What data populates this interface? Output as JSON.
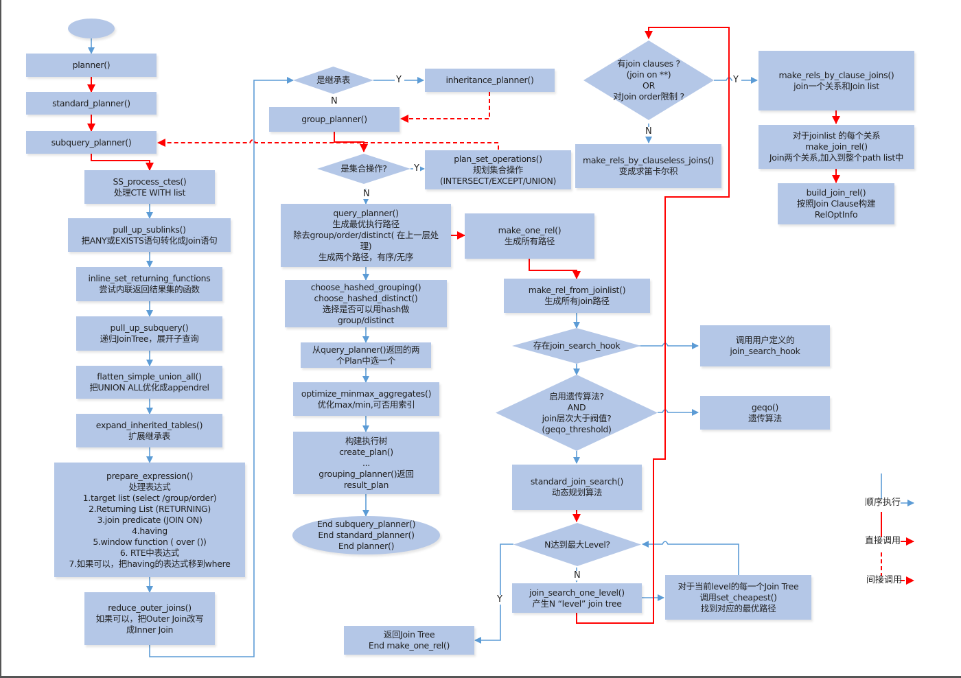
{
  "diagram": {
    "colors": {
      "node_fill": "#b4c7e7",
      "sequential_arrow": "#5b9bd5",
      "direct_call_arrow": "#ff0000",
      "indirect_call_arrow": "#ff0000"
    },
    "nodes": {
      "start": {
        "lines": [
          ""
        ]
      },
      "planner": {
        "lines": [
          "planner()"
        ]
      },
      "standard_planner": {
        "lines": [
          "standard_planner()"
        ]
      },
      "subquery_planner": {
        "lines": [
          "subquery_planner()"
        ]
      },
      "ss_process_ctes": {
        "lines": [
          "SS_process_ctes()",
          "处理CTE WITH list"
        ]
      },
      "pull_up_sublinks": {
        "lines": [
          "pull_up_sublinks()",
          "把ANY或EXISTS语句转化成Join语句"
        ]
      },
      "inline_set_returning_functions": {
        "lines": [
          "inline_set_returning_functions",
          "尝试内联返回结果集的函数"
        ]
      },
      "pull_up_subquery": {
        "lines": [
          "pull_up_subquery()",
          "递归JoinTree，展开子查询"
        ]
      },
      "flatten_simple_union_all": {
        "lines": [
          "flatten_simple_union_all()",
          "把UNION ALL优化成appendrel"
        ]
      },
      "expand_inherited_tables": {
        "lines": [
          "expand_inherited_tables()",
          "扩展继承表"
        ]
      },
      "prepare_expression": {
        "lines": [
          "prepare_expression()",
          "处理表达式",
          "1.target list (select /group/order)",
          "2.Returning List (RETURNING)",
          "3.join predicate (JOIN ON)",
          "4.having",
          "5.window function ( over ())",
          "6. RTE中表达式",
          "7.如果可以，把having的表达式移到where"
        ]
      },
      "reduce_outer_joins": {
        "lines": [
          "reduce_outer_joins()",
          "如果可以，把Outer Join改写",
          "成Inner Join"
        ]
      },
      "is_inherited": {
        "lines": [
          "是继承表"
        ]
      },
      "inheritance_planner": {
        "lines": [
          "inheritance_planner()"
        ]
      },
      "group_planner": {
        "lines": [
          "group_planner()"
        ]
      },
      "is_set_operation": {
        "lines": [
          "是集合操作?"
        ]
      },
      "plan_set_operations": {
        "lines": [
          "plan_set_operations()",
          "规划集合操作",
          "(INTERSECT/EXCEPT/UNION)"
        ]
      },
      "query_planner": {
        "lines": [
          "query_planner()",
          "生成最优执行路径",
          "除去group/order/distinct( 在上一层处",
          "理)",
          "生成两个路径，有序/无序"
        ]
      },
      "choose_hashed": {
        "lines": [
          "choose_hashed_grouping()",
          "choose_hashed_distinct()",
          "选择是否可以用hash做",
          "group/distinct"
        ]
      },
      "pick_plan": {
        "lines": [
          "从query_planner()返回的两",
          "个Plan中选一个"
        ]
      },
      "optimize_minmax_aggregates": {
        "lines": [
          "optimize_minmax_aggregates()",
          "优化max/min,可否用索引"
        ]
      },
      "create_plan": {
        "lines": [
          "构建执行树",
          "create_plan()",
          "...",
          "grouping_planner()返回",
          "result_plan"
        ]
      },
      "end": {
        "lines": [
          "End subquery_planner()",
          "End standard_planner()",
          "End planner()"
        ]
      },
      "make_one_rel": {
        "lines": [
          "make_one_rel()",
          "生成所有路径"
        ]
      },
      "make_rel_from_joinlist": {
        "lines": [
          "make_rel_from_joinlist()",
          "生成所有join路径"
        ]
      },
      "has_join_search_hook": {
        "lines": [
          "存在join_search_hook"
        ]
      },
      "call_join_search_hook": {
        "lines": [
          "调用用户定义的",
          "join_search_hook"
        ]
      },
      "use_geqo": {
        "lines": [
          "启用遗传算法?",
          "AND",
          "join层次大于阀值?",
          "(geqo_threshold)"
        ]
      },
      "geqo": {
        "lines": [
          "geqo()",
          "遗传算法"
        ]
      },
      "standard_join_search": {
        "lines": [
          "standard_join_search()",
          "动态规划算法"
        ]
      },
      "max_level": {
        "lines": [
          "N达到最大Level?"
        ]
      },
      "join_search_one_level": {
        "lines": [
          "join_search_one_level()",
          "产生N “level” join tree"
        ]
      },
      "set_cheapest": {
        "lines": [
          "对于当前level的每一个Join Tree",
          "调用set_cheapest()",
          "找到对应的最优路径"
        ]
      },
      "return_join_tree": {
        "lines": [
          "返回Join Tree",
          "End make_one_rel()"
        ]
      },
      "has_join_clauses": {
        "lines": [
          "有join clauses ?",
          "(join on **)",
          "OR",
          "对Join order限制 ?"
        ]
      },
      "make_rels_by_clause_joins": {
        "lines": [
          "make_rels_by_clause_joins()",
          "join一个关系和Join list"
        ]
      },
      "make_join_rel": {
        "lines": [
          "对于joinlist 的每个关系",
          "make_join_rel()",
          "Join两个关系,加入到整个path list中"
        ]
      },
      "build_join_rel": {
        "lines": [
          "build_join_rel()",
          "按照Join Clause构建",
          "RelOptInfo"
        ]
      },
      "make_rels_by_clauseless_joins": {
        "lines": [
          "make_rels_by_clauseless_joins()",
          "变成求笛卡尔积"
        ]
      }
    },
    "edge_labels": {
      "is_inherited_yes": "Y",
      "is_inherited_no": "N",
      "is_set_operation_yes": "Y",
      "is_set_operation_no": "N",
      "has_join_clauses_yes": "Y",
      "has_join_clauses_no": "N",
      "max_level_no": "N",
      "max_level_yes": "Y"
    },
    "legend": {
      "sequential": "顺序执行",
      "direct_call": "直接调用",
      "indirect_call": "间接调用"
    }
  }
}
